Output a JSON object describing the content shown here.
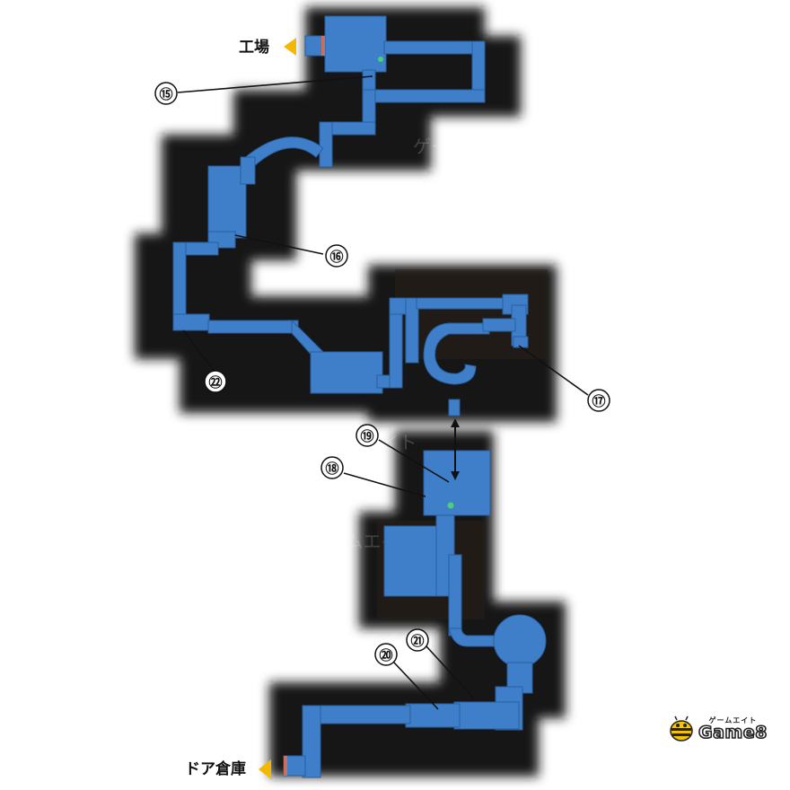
{
  "exits": {
    "top": {
      "label": "工場"
    },
    "bottom": {
      "label": "ドア倉庫"
    }
  },
  "markers": [
    {
      "id": "m15",
      "label": "⑮"
    },
    {
      "id": "m16",
      "label": "⑯"
    },
    {
      "id": "m17",
      "label": "⑰"
    },
    {
      "id": "m18",
      "label": "⑱"
    },
    {
      "id": "m19",
      "label": "⑲"
    },
    {
      "id": "m20",
      "label": "⑳"
    },
    {
      "id": "m21",
      "label": "㉑"
    },
    {
      "id": "m22",
      "label": "㉒"
    }
  ],
  "watermark": "ゲームエイト",
  "logo": {
    "sub": "ゲームエイト",
    "main": "Game8"
  },
  "colors": {
    "route": "#3f7fc9",
    "route_edge": "#2a5f9e",
    "background_dark": "#141414",
    "exit_arrow": "#f5b800"
  }
}
